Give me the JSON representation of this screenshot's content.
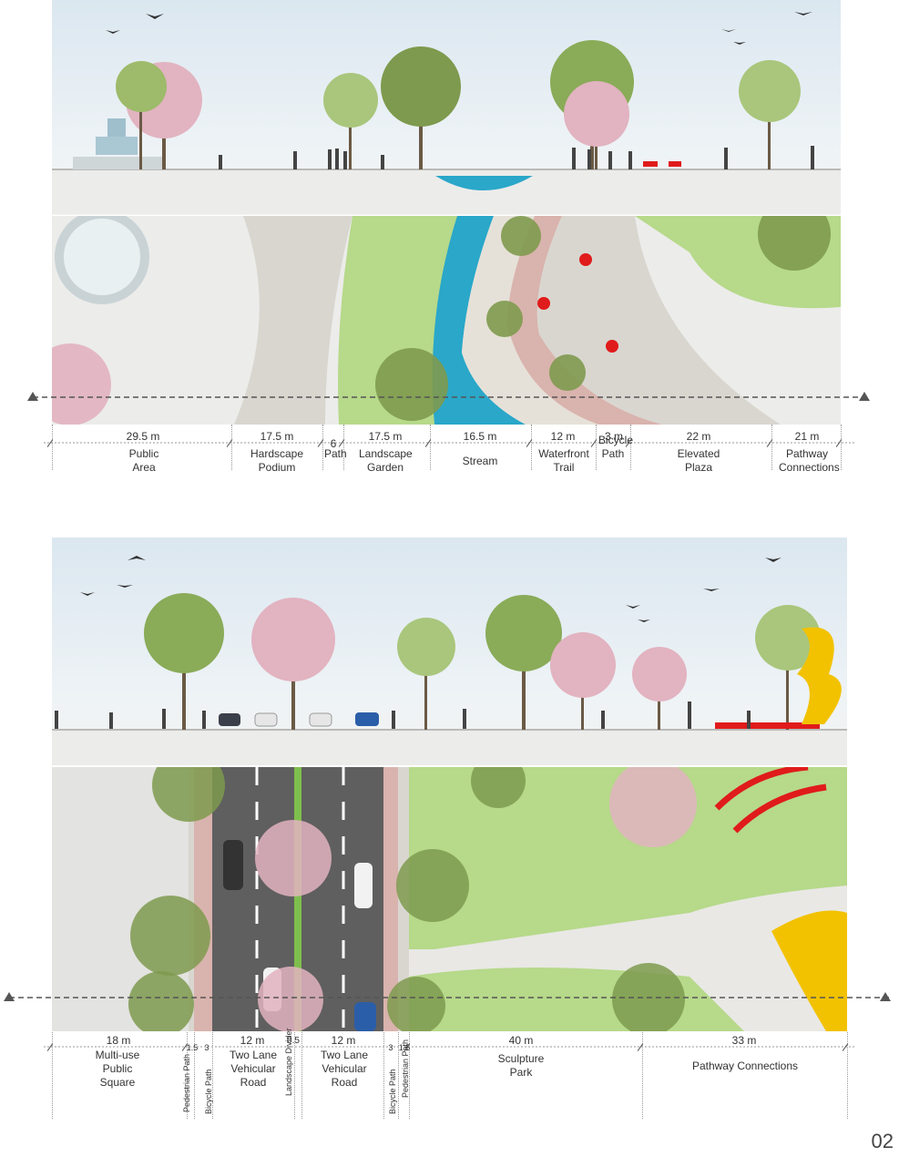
{
  "page_number": "02",
  "section_top": {
    "segments": [
      {
        "dim": "29.5 m",
        "label": "Public Area"
      },
      {
        "dim": "17.5 m",
        "label": "Hardscape Podium"
      },
      {
        "dim": "6",
        "label": "Path"
      },
      {
        "dim": "17.5 m",
        "label": "Landscape Garden"
      },
      {
        "dim": "16.5 m",
        "label": "Stream"
      },
      {
        "dim": "12 m",
        "label": "Waterfront Trail"
      },
      {
        "dim": "3 m",
        "label": "Bicycle Path"
      },
      {
        "dim": "22 m",
        "label": "Elevated Plaza"
      },
      {
        "dim": "21 m",
        "label": "Pathway Connections"
      }
    ]
  },
  "section_bottom": {
    "segments": [
      {
        "dim": "18 m",
        "label": "Multi-use Public Square"
      },
      {
        "dim": "1.5",
        "label": "Pedestrian Path"
      },
      {
        "dim": "3",
        "label": "Bicycle Path"
      },
      {
        "dim": "12 m",
        "label": "Two Lane Vehicular Road"
      },
      {
        "dim": "0.5",
        "label": "Landscape Divider"
      },
      {
        "dim": "12 m",
        "label": "Two Lane Vehicular Road"
      },
      {
        "dim": "3",
        "label": "Bicycle Path"
      },
      {
        "dim": "1.5",
        "label": "Pedestrian Path"
      },
      {
        "dim": "40 m",
        "label": "Sculpture Park"
      },
      {
        "dim": "33 m",
        "label": "Pathway Connections"
      }
    ]
  },
  "colors": {
    "grass": "#b6d98a",
    "stream": "#2aa7c9",
    "paving": "#d9d6d0",
    "road": "#5f5f5f",
    "bike_path": "#d9b3ad",
    "tree_green": "#7e9a4e",
    "tree_pink": "#e2b3c0",
    "accent_red": "#e01b1b",
    "sculpture": "#f2c200"
  }
}
